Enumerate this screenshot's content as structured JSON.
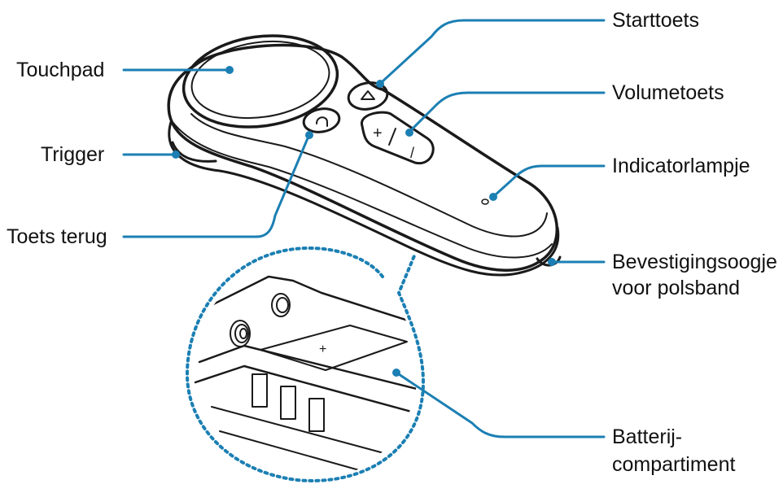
{
  "labels": {
    "touchpad": "Touchpad",
    "trigger": "Trigger",
    "back_key": "Toets terug",
    "home_key": "Starttoets",
    "volume_key": "Volumetoets",
    "indicator": "Indicatorlampje",
    "strap_line1": "Bevestigingsoogje",
    "strap_line2": "voor polsband",
    "battery_line1": "Batterij-",
    "battery_line2": "compartiment"
  },
  "button_glyphs": {
    "plus": "+",
    "minus": "/",
    "battery_plus": "+"
  },
  "colors": {
    "callout": "#1b7fb3",
    "outline": "#1a1a1a",
    "text": "#111111",
    "background": "#ffffff"
  }
}
